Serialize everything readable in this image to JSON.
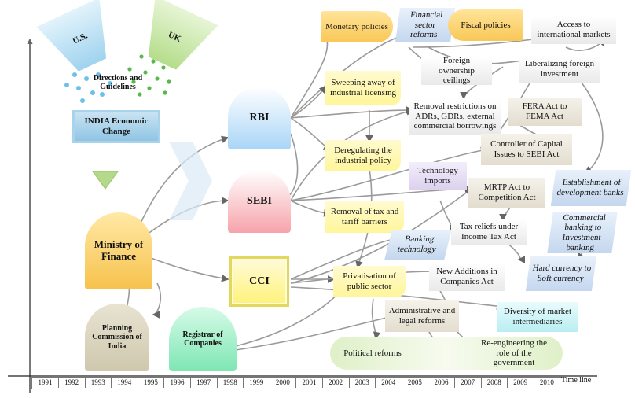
{
  "countries": {
    "us": "U.S.",
    "uk": "UK",
    "directions": "Directions and Guidelines"
  },
  "india": "INDIA Economic Change",
  "ministry": "Ministry of Finance",
  "planning": "Planning Commission of India",
  "registrar": "Registrar of Companies",
  "rbi": "RBI",
  "sebi": "SEBI",
  "cci": "CCI",
  "reforms": {
    "monetary": "Monetary policies",
    "financial_sector": "Financial sector reforms",
    "fiscal": "Fiscal policies",
    "access_markets": "Access to international markets",
    "foreign_ownership": "Foreign ownership ceilings",
    "liberalizing": "Liberalizing foreign investment",
    "sweeping": "Sweeping away of industrial licensing",
    "removal_restrictions": "Removal restrictions on ADRs, GDRs, external commercial borrowings",
    "fera": "FERA Act to FEMA Act",
    "deregulating": "Deregulating the industrial policy",
    "controller": "Controller of Capital Issues to SEBI Act",
    "technology_imports": "Technology imports",
    "mrtp": "MRTP Act to Competition Act",
    "development_banks": "Establishment of development banks",
    "tax_removal": "Removal of tax and tariff barriers",
    "tax_reliefs": "Tax reliefs under Income Tax Act",
    "commercial_banking": "Commercial banking to Investment banking",
    "banking_technology": "Banking technology",
    "hard_currency": "Hard currency to Soft currency",
    "new_additions": "New Additions in Companies Act",
    "privatisation": "Privatisation of public sector",
    "administrative": "Administrative and legal reforms",
    "diversity": "Diversity of market intermediaries",
    "political": "Political reforms",
    "reengineering": "Re-engineering the role of the government"
  },
  "timeline": {
    "years": [
      "1991",
      "1992",
      "1993",
      "1994",
      "1995",
      "1996",
      "1997",
      "1998",
      "1999",
      "2000",
      "2001",
      "2002",
      "2003",
      "2004",
      "2005",
      "2006",
      "2007",
      "2008",
      "2009",
      "2010"
    ],
    "label": "Time line"
  },
  "colors": {
    "rbi": "#cfe6fb",
    "sebi": "#f7b8bd",
    "cci": "#fff6a6",
    "ministry": "#f9c756",
    "registrar": "#9ff0c8",
    "planning": "#ddd7c4"
  }
}
